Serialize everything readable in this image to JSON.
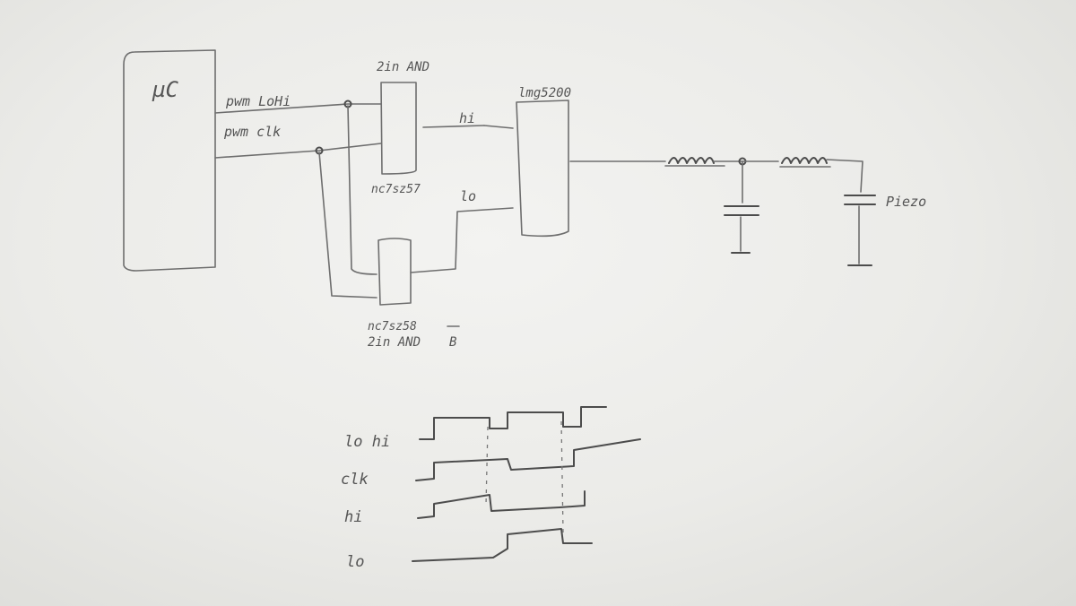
{
  "schematic": {
    "uc_label": "µC",
    "pwm_lohi": "pwm LoHi",
    "pwm_clk": "pwm clk",
    "and1_title": "2in AND",
    "and1_part": "nc7sz57",
    "and2_part": "nc7sz58",
    "and2_title": "2in AND",
    "and2_bar": "B",
    "driver_part": "lmg5200",
    "sig_hi": "hi",
    "sig_lo": "lo",
    "load": "Piezo"
  },
  "timing": {
    "signals": [
      "lo hi",
      "clk",
      "hi",
      "lo"
    ]
  },
  "colors": {
    "pencil": "#6e6e6e",
    "paper": "#ededeb"
  }
}
